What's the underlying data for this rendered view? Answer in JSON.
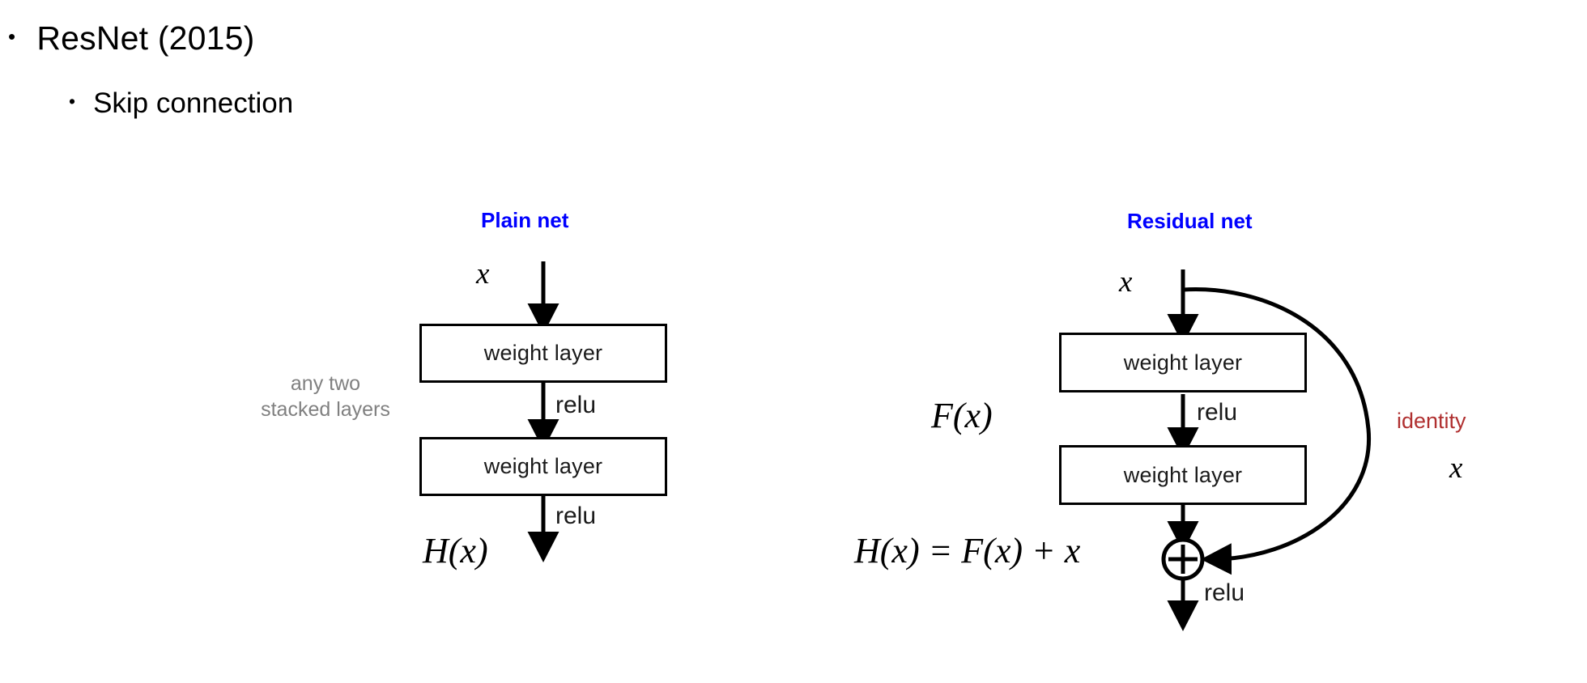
{
  "slide": {
    "background": "#ffffff",
    "bullets": [
      {
        "marker": "•",
        "text": "ResNet (2015)",
        "level": 1
      },
      {
        "marker": "•",
        "text": "Skip connection",
        "level": 2
      }
    ]
  },
  "colors": {
    "title_blue": "#0000ff",
    "identity_red": "#b03030",
    "note_gray": "#808080",
    "line_black": "#000000"
  },
  "plain_net": {
    "title": "Plain net",
    "input_label": "x",
    "note_line1": "any two",
    "note_line2": "stacked layers",
    "box1_label": "weight layer",
    "box2_label": "weight layer",
    "relu1_label": "relu",
    "relu2_label": "relu",
    "output_label": "H(x)"
  },
  "residual_net": {
    "title": "Residual net",
    "input_label": "x",
    "function_label": "F(x)",
    "box1_label": "weight layer",
    "box2_label": "weight layer",
    "relu1_label": "relu",
    "relu2_label": "relu",
    "identity_label": "identity",
    "identity_var": "x",
    "sum_equation": "H(x) = F(x) + x",
    "sum_operator": "+"
  }
}
